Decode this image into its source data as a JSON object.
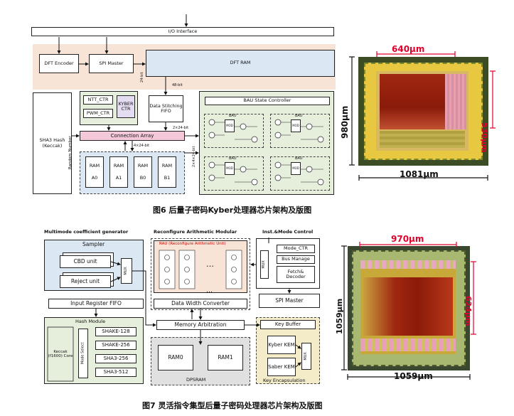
{
  "fig6": {
    "io_interface": "I/O Interface",
    "dft_encoder": "DFT Encoder",
    "spi_master": "SPI Master",
    "dft_ram": "DFT RAM",
    "ntt_ctr": "NTT_CTR",
    "pwm_ctr": "PWM_CTR",
    "kyber_ctr": "KYBER CTR",
    "data_stitching_fifo": "Data Stitching FIFO",
    "sha3_hash": "SHA3 Hash (Keccak)",
    "random_number": "Random Number",
    "connection_array": "Connection Array",
    "bau_state_controller": "BAU State Controller",
    "bau_label": "BAU",
    "mod_label": "MOD",
    "bw_24bit": "24-bit",
    "bw_48bit": "48-bit",
    "bw_2x24bit": "2×24-bit",
    "bw_4x24bit": "4×24-bit",
    "bw_2x4x24bit": "2×4×24-bit",
    "rams": [
      {
        "name": "RAM",
        "sub": "A0"
      },
      {
        "name": "RAM",
        "sub": "A1"
      },
      {
        "name": "RAM",
        "sub": "B0"
      },
      {
        "name": "RAM",
        "sub": "B1"
      }
    ],
    "die_width": "640μm",
    "die_height": "530μm",
    "chip_height": "980μm",
    "chip_width": "1081μm",
    "caption": "图6 后量子密码Kyber处理器芯片架构及版图"
  },
  "fig7": {
    "multimode_title": "Multimode coefficient generator",
    "sampler": "Sampler",
    "cbd_unit": "CBD unit",
    "reject_unit": "Reject unit",
    "mux": "MUX",
    "input_register_fifo": "Input Register FIFO",
    "hash_module": "Hash Module",
    "keccak_core": "Keccak (f1600) Core",
    "mode_select": "Mode Select",
    "shake128": "SHAKE-128",
    "shake256": "SHAKE-256",
    "sha3_256": "SHA3-256",
    "sha3_512": "SHA3-512",
    "rau_title": "Reconfigure Arithmetic Modular",
    "rau_inner": "RAU (Reconfigure Arithmetic Unit)",
    "dots": "…",
    "data_width_converter": "Data Width Converter",
    "inst_title": "Inst.&Mode Control",
    "mode_ctr": "Mode_CTR",
    "bus_manage": "Bus Manage",
    "fetch_decoder": "Fetch& Decoder",
    "spi_master": "SPI Master",
    "memory_arbitration": "Memory Arbitration",
    "key_buffer": "Key Buffer",
    "kyber_kem": "Kyber KEM",
    "saber_kem": "Saber KEM",
    "key_encapsulation": "Key Encapsulation",
    "ram0": "RAM0",
    "ram1": "RAM1",
    "dpsram": "DPSRAM",
    "die_width": "970μm",
    "die_height": "624μm",
    "chip_height": "1059μm",
    "chip_width": "1059μm",
    "caption": "图7 灵活指令集型后量子密码处理器芯片架构及版图"
  },
  "colors": {
    "peach": "#f8e4d6",
    "lightblue": "#dbe8f4",
    "lightgreen": "#e6eedc",
    "lavender": "#e4dcf0",
    "pink": "#f4c8d8",
    "red_dim": "#e0002a"
  }
}
